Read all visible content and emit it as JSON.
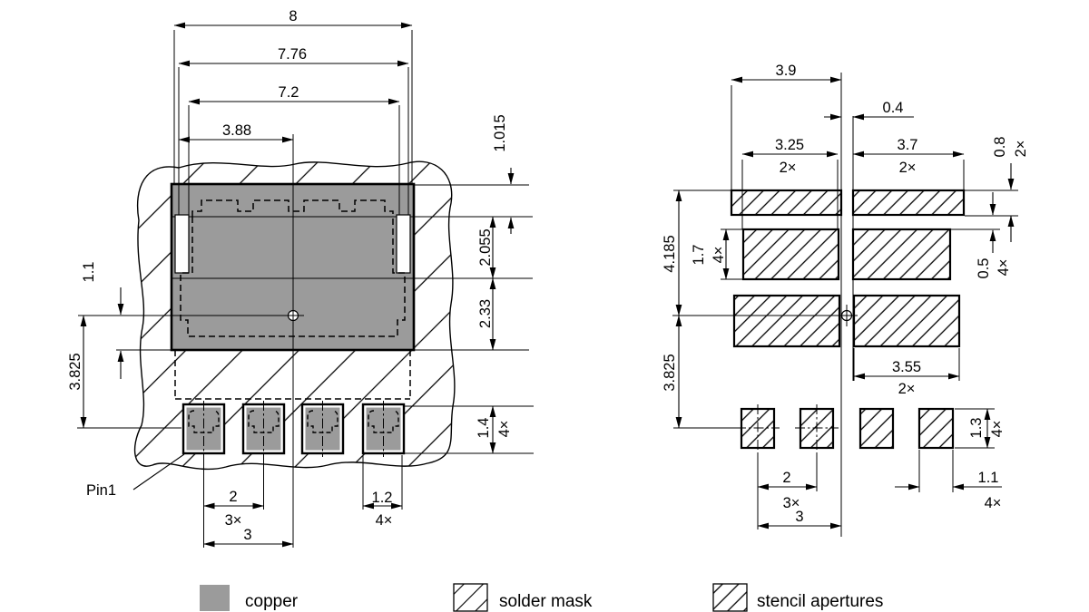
{
  "colors": {
    "copper": "#9b9b9b",
    "line": "#000000",
    "background": "#ffffff"
  },
  "left_view": {
    "pin1_label": "Pin1",
    "dims": {
      "overall_width": "8",
      "mask_opening_width": "7.76",
      "copper_width": "7.2",
      "half_width": "3.88",
      "top_height": "1.015",
      "slot_height": "2.055",
      "lower_height": "2.33",
      "center_to_bottom": "1.1",
      "center_to_pins": "3.825",
      "pin_height": "1.4",
      "pin_height_count": "4×",
      "pin_pitch": "2",
      "pin_pitch_count": "3×",
      "pin_to_center": "3",
      "pin_width": "1.2",
      "pin_width_count": "4×"
    }
  },
  "right_view": {
    "dims": {
      "top_left_width": "3.9",
      "center_gap": "0.4",
      "row2_left_width": "3.25",
      "row2_left_count": "2×",
      "row1_right_width": "3.7",
      "row1_right_count": "2×",
      "row1_height": "0.8",
      "row1_height_count": "2×",
      "row2_height": "1.7",
      "row2_height_count": "4×",
      "top_to_center": "4.185",
      "row_gap": "0.5",
      "row_gap_count": "4×",
      "center_to_pins": "3.825",
      "row3_right_width": "3.55",
      "row3_right_count": "2×",
      "pin_ap_height": "1.3",
      "pin_ap_height_count": "4×",
      "pin_pitch": "2",
      "pin_pitch_count": "3×",
      "pin_to_center": "3",
      "pin_ap_width": "1.1",
      "pin_ap_width_count": "4×"
    }
  },
  "legend": {
    "items": [
      {
        "label": "copper"
      },
      {
        "label": "solder mask"
      },
      {
        "label": "stencil apertures"
      }
    ]
  }
}
